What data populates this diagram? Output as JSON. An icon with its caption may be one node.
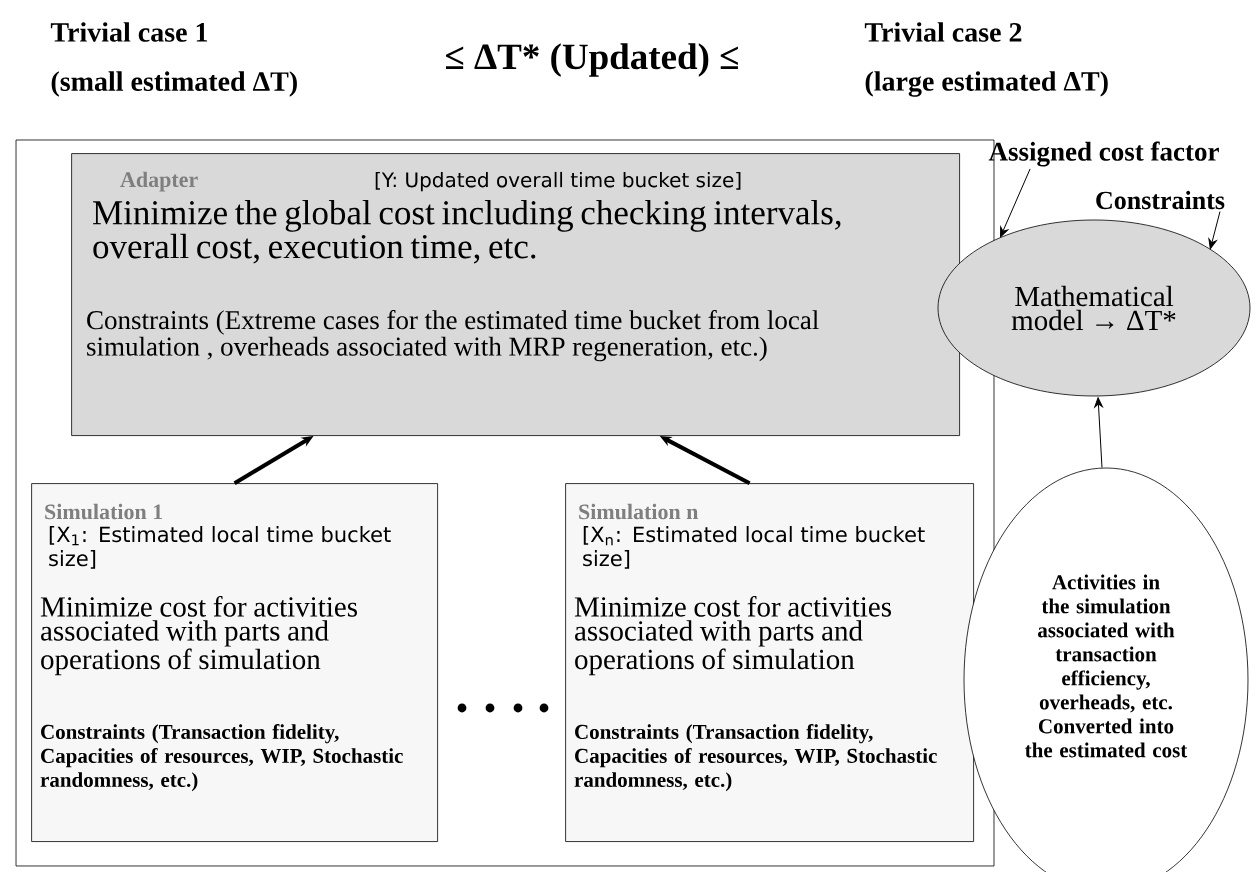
{
  "diagram": {
    "nodes": [
      {
        "text": [],
        "shape": "box"
      },
      {
        "text": [
          "Adapter",
          "[Y: Updated overall time bucket size]",
          "Minimize the global cost including checking intervals, overall cost, execution time, etc.",
          "Constraints (Extreme cases for the estimated time bucket from local simulation , overheads associated with MRP regeneration, etc.)"
        ],
        "in": 0
      },
      {
        "text": [
          "Simulation 1",
          "[X$_{1}$: Estimated local time bucket size]",
          "Minimize cost for activities associated with parts and operations of simulation",
          "Constraints (Transaction fidelity, Capacities of resources, WIP, Stochastic randomness, etc.)"
        ],
        "in": 0
      },
      {
        "text": [
          "Simulation n",
          "[X$_{n}$: Estimated local time bucket size]",
          "Minimize cost for activities associated with parts and operations of simulation",
          "Constraints (Transaction fidelity, Capacities of resources, WIP, Stochastic randomness, etc.)"
        ],
        "in": 0
      },
      {
        "text": [
          "Mathematical model → ΔT*"
        ]
      },
      {
        "text": [
          "Activities in the simulation associated with transaction efficiency, overheads, etc. Converted into the estimated cost"
        ]
      },
      {
        "text": [
          "Assigned cost factor"
        ]
      },
      {
        "text": [
          "Constraints"
        ]
      }
    ],
    "edges": [
      {
        "from": 2,
        "to": 1,
        "arrow": "to",
        "style": "thick"
      },
      {
        "from": 3,
        "to": 1,
        "arrow": "to",
        "style": "thick"
      },
      {
        "from": 6,
        "to": 4,
        "arrow": "to"
      },
      {
        "from": 7,
        "to": 4,
        "arrow": "to"
      },
      {
        "from": 5,
        "to": 4,
        "arrow": "to"
      }
    ],
    "labels": [
      "Trivial case 1",
      "(small estimated ΔT)",
      "≤ ΔT* (Updated) ≤",
      "Trivial case 2",
      "(large estimated ΔT)"
    ]
  }
}
